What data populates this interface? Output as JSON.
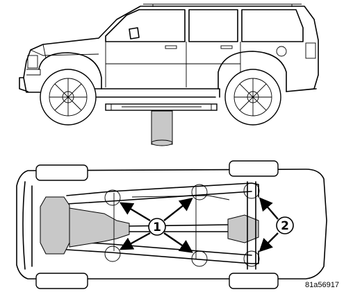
{
  "figure_code": "81a56917",
  "callouts": [
    {
      "number": "1"
    },
    {
      "number": "2"
    }
  ],
  "colors": {
    "line": "#000000",
    "background": "#ffffff",
    "shade": "#c8c8c8"
  }
}
